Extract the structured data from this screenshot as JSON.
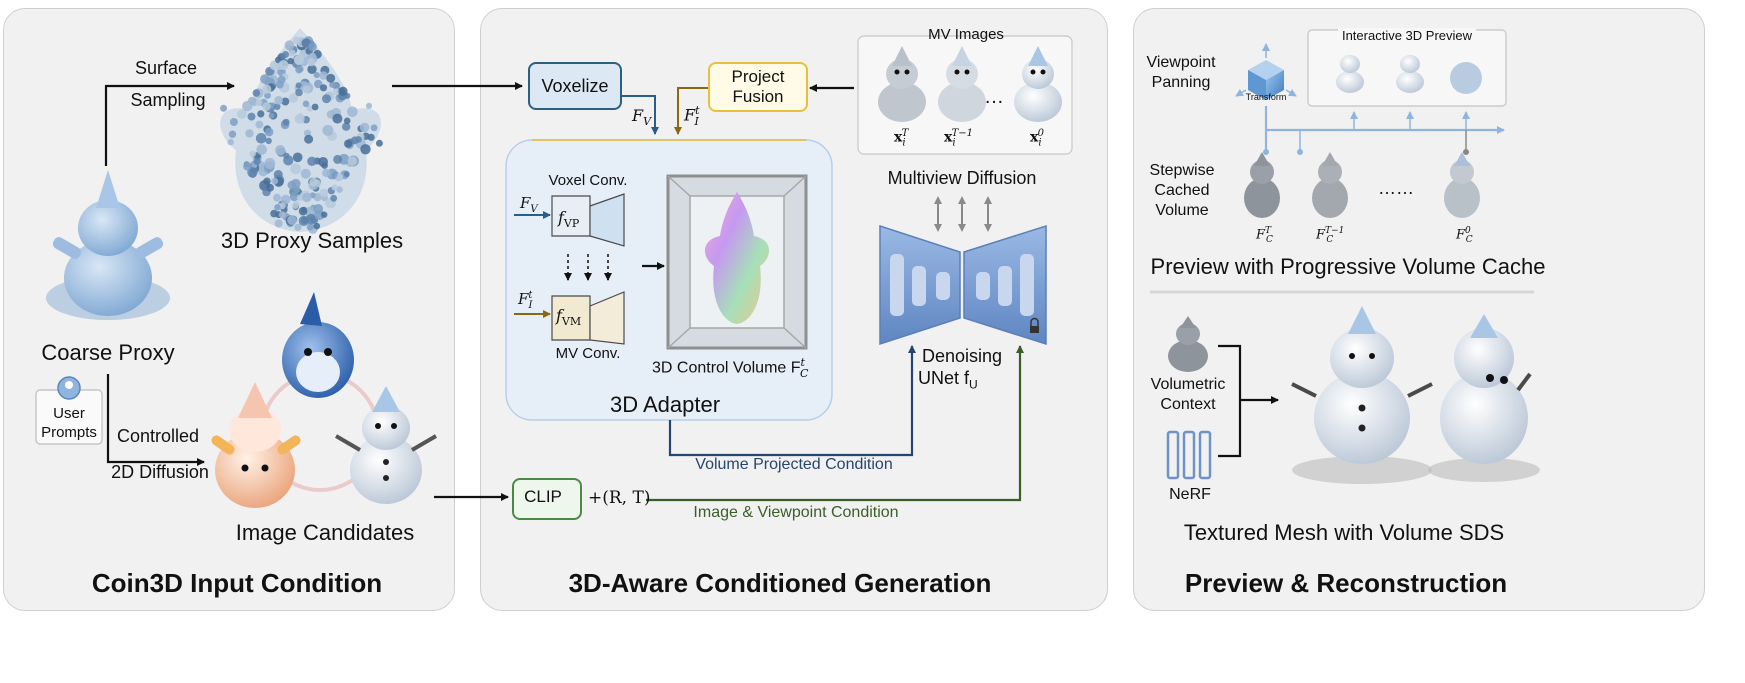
{
  "panels": {
    "left_title": "Coin3D Input Condition",
    "middle_title": "3D-Aware Conditioned Generation",
    "right_title": "Preview & Reconstruction"
  },
  "left": {
    "surface_sampling_1": "Surface",
    "surface_sampling_2": "Sampling",
    "proxy_samples": "3D Proxy Samples",
    "coarse_proxy": "Coarse Proxy",
    "user_prompts_1": "User",
    "user_prompts_2": "Prompts",
    "controlled_1": "Controlled",
    "controlled_2": "2D Diffusion",
    "image_candidates": "Image Candidates"
  },
  "middle": {
    "voxelize": "Voxelize",
    "project_fusion_1": "Project",
    "project_fusion_2": "Fusion",
    "f_v": "F",
    "f_v_sub": "V",
    "f_i": "F",
    "f_i_sub": "I",
    "f_i_sup": "t",
    "mv_images": "MV Images",
    "x_sup_1": "T",
    "x_sup_2": "T−1",
    "x_sup_3": "0",
    "x_sub": "i",
    "ellipsis": "…",
    "voxel_conv": "Voxel Conv.",
    "mv_conv": "MV Conv.",
    "f_vp": "f",
    "f_vp_sub": "VP",
    "f_vm": "f",
    "f_vm_sub": "VM",
    "control_volume": "3D Control Volume F",
    "control_volume_sub": "C",
    "control_volume_sup": "t",
    "adapter": "3D Adapter",
    "multiview_diffusion": "Multiview Diffusion",
    "denoising_1": "Denoising",
    "denoising_2": "UNet f",
    "denoising_sub": "U",
    "clip": "CLIP",
    "rt": "+(R, T)",
    "volume_projected": "Volume Projected Condition",
    "image_viewpoint": "Image & Viewpoint Condition"
  },
  "right": {
    "viewpoint_1": "Viewpoint",
    "viewpoint_2": "Panning",
    "transform": "Transform",
    "interactive_preview": "Interactive 3D Preview",
    "stepwise_1": "Stepwise",
    "stepwise_2": "Cached",
    "stepwise_3": "Volume",
    "dots": "……",
    "fc": "F",
    "fc_sub": "C",
    "fc_sup_1": "T",
    "fc_sup_2": "T−1",
    "fc_sup_3": "0",
    "preview_caption": "Preview with Progressive Volume Cache",
    "volumetric_1": "Volumetric",
    "volumetric_2": "Context",
    "nerf": "NeRF",
    "mesh_caption": "Textured Mesh with Volume SDS"
  },
  "colors": {
    "panel_bg": "#f1f1f1",
    "voxelize_border": "#2e5f7f",
    "fusion_border": "#e8c040",
    "adapter_bg": "#e6eff8",
    "navy_line": "#27466f",
    "green_line": "#3a5e2a",
    "clip_border": "#4a8a45",
    "unet_blue": "#7fa2d6",
    "timeline_blue": "#8fb4df"
  }
}
